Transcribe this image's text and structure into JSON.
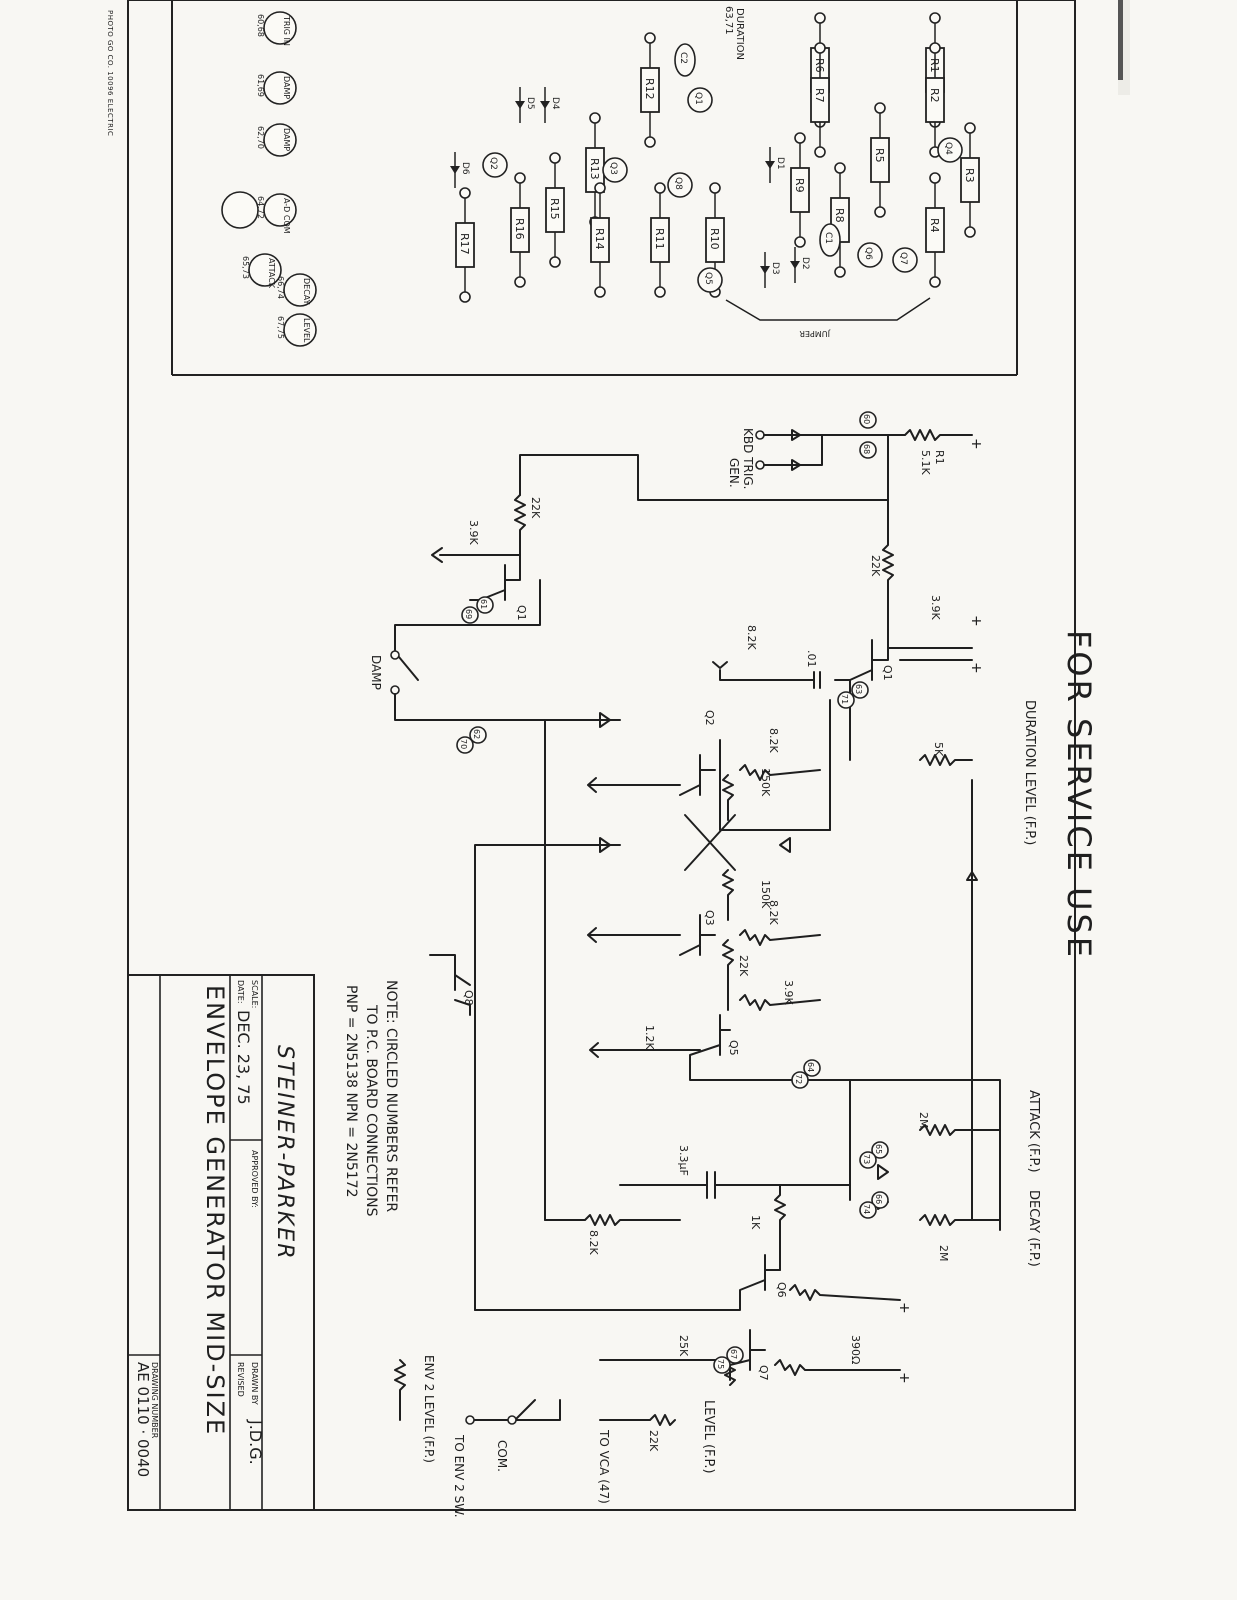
{
  "service_heading": "FOR SERVICE USE",
  "title_block": {
    "company": "STEINER-PARKER",
    "title": "ENVELOPE GENERATOR MID-SIZE",
    "scale_label": "SCALE:",
    "date_label": "DATE:",
    "date_value": "DEC. 23, 75",
    "approved_label": "APPROVED BY:",
    "drawn_label": "DRAWN BY",
    "drawn_value": "J.D.G.",
    "revised_label": "REVISED",
    "drawing_number_label": "DRAWING NUMBER",
    "drawing_number": "AE 0110 · 0040"
  },
  "notes": {
    "line1": "NOTE: CIRCLED NUMBERS REFER",
    "line2": "TO P.C. BOARD CONNECTIONS",
    "line3": "PNP = 2N5138    NPN = 2N5172"
  },
  "board": {
    "jumper": "JUMPER",
    "resistors": [
      "R1",
      "R2",
      "R3",
      "R4",
      "R5",
      "R6",
      "R7",
      "R8",
      "R9",
      "R10",
      "R11",
      "R12",
      "R13",
      "R14",
      "R15",
      "R16",
      "R17"
    ],
    "transistors": [
      "Q1",
      "Q2",
      "Q3",
      "Q4",
      "Q5",
      "Q6",
      "Q7",
      "Q8"
    ],
    "diodes": [
      "D1",
      "D2",
      "D3",
      "D4",
      "D5",
      "D6"
    ],
    "capacitors": [
      "C1",
      "C2"
    ],
    "pads": [
      {
        "label": "TRIG IN",
        "pins": "60,68"
      },
      {
        "label": "DAMP",
        "pins": "61,69"
      },
      {
        "label": "DAMP",
        "pins": "62,70"
      },
      {
        "label": "A-D COM",
        "pins": "64,72"
      },
      {
        "label": "DECAY",
        "pins": "66,74"
      },
      {
        "label": "ATTACK",
        "pins": "65,73"
      },
      {
        "label": "LEVEL",
        "pins": "67,75"
      }
    ],
    "duration_label": "DURATION",
    "duration_pins": "63,71",
    "imprint": "PHOTO GO CO. 10096 ELECTRIC"
  },
  "schematic": {
    "labels": {
      "kbd_trig": "KBD TRIG.",
      "gen": "GEN.",
      "duration_level": "DURATION LEVEL (F.P.)",
      "damp": "DAMP",
      "attack": "ATTACK (F.P.)",
      "decay": "DECAY (F.P.)",
      "level": "LEVEL (F.P.)",
      "env2_level": "ENV 2 LEVEL (F.P.)",
      "to_env2": "TO ENV 2 SW.",
      "to_vca": "TO VCA (47)",
      "com": "COM."
    },
    "values": {
      "r1": "5.1K",
      "r2": "22K",
      "r5": "3.9K",
      "r6": "22K",
      "r7": "3.9K",
      "r12": "8.2K",
      "c2": ".01",
      "r17": "8.2K",
      "r16": "150K",
      "r15": "150K",
      "r14": "8.2K",
      "r13": "22K",
      "r11": "3.9K",
      "r10": "1.2K",
      "r9": "8.2K",
      "r8": "1K",
      "r3": "390Ω",
      "c1": "3.3μF",
      "pot_duration": "5K",
      "pot_attack": "2M",
      "pot_decay": "2M",
      "pot_level": "25K",
      "r_out": "22K"
    },
    "connections": [
      "60",
      "68",
      "61",
      "69",
      "62",
      "70",
      "63",
      "71",
      "64",
      "72",
      "65",
      "73",
      "66",
      "74",
      "67",
      "75"
    ]
  }
}
